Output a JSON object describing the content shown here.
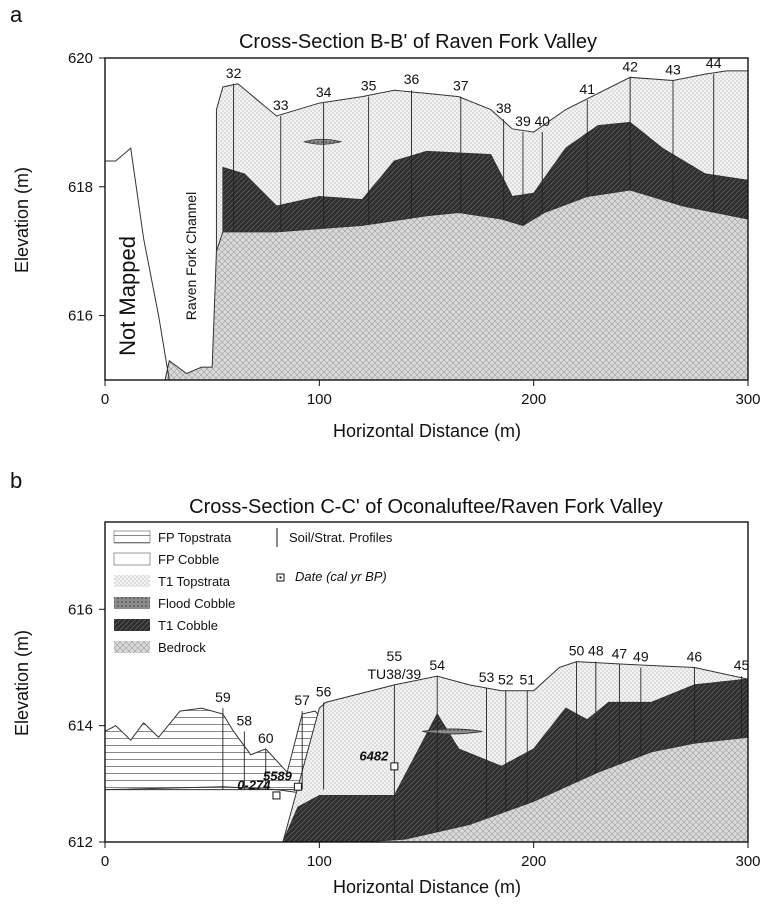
{
  "chart_data": [
    {
      "panel": "a",
      "type": "area",
      "title": "Cross-Section B-B' of Raven Fork Valley",
      "xlabel": "Horizontal Distance (m)",
      "ylabel": "Elevation (m)",
      "xlim": [
        0,
        300
      ],
      "ylim": [
        615,
        620
      ],
      "xticks": [
        0,
        100,
        200,
        300
      ],
      "yticks": [
        616,
        618,
        620
      ],
      "grid": false,
      "annotations": [
        "Not Mapped",
        "Raven Fork Channel"
      ],
      "layers": [
        {
          "name": "Bedrock",
          "x": [
            28,
            30,
            38,
            45,
            50,
            52,
            55,
            80,
            100,
            120,
            150,
            165,
            185,
            195,
            205,
            225,
            245,
            270,
            300
          ],
          "top": [
            615.0,
            615.3,
            615.1,
            615.2,
            615.2,
            617.0,
            617.3,
            617.3,
            617.35,
            617.4,
            617.55,
            617.6,
            617.5,
            617.4,
            617.6,
            617.85,
            617.95,
            617.7,
            617.5
          ]
        },
        {
          "name": "T1 Cobble",
          "x": [
            55,
            65,
            80,
            100,
            120,
            135,
            150,
            180,
            190,
            200,
            215,
            230,
            245,
            260,
            280,
            300
          ],
          "top": [
            618.3,
            618.2,
            617.7,
            617.85,
            617.8,
            618.4,
            618.55,
            618.5,
            617.85,
            617.9,
            618.6,
            618.95,
            619.0,
            618.6,
            618.2,
            618.1
          ]
        },
        {
          "name": "T1 Topstrata",
          "x": [
            52,
            55,
            62,
            80,
            100,
            120,
            135,
            150,
            165,
            180,
            190,
            200,
            215,
            245,
            265,
            280,
            290,
            300
          ],
          "top": [
            619.2,
            619.55,
            619.6,
            619.1,
            619.3,
            619.4,
            619.5,
            619.45,
            619.4,
            619.2,
            618.9,
            618.85,
            619.2,
            619.7,
            619.65,
            619.75,
            619.8,
            619.8
          ]
        }
      ],
      "left_profile": {
        "x": [
          0,
          5,
          12,
          18,
          25,
          30
        ],
        "y": [
          618.4,
          618.4,
          618.6,
          617.2,
          616.0,
          615.0
        ]
      },
      "flood_cobble_lens": {
        "x": [
          93,
          101,
          110
        ],
        "y": 618.7
      },
      "profiles": [
        {
          "label": "32",
          "x": 60,
          "top": 619.6
        },
        {
          "label": "33",
          "x": 82,
          "top": 619.1
        },
        {
          "label": "34",
          "x": 102,
          "top": 619.3
        },
        {
          "label": "35",
          "x": 123,
          "top": 619.4
        },
        {
          "label": "36",
          "x": 143,
          "top": 619.5
        },
        {
          "label": "37",
          "x": 166,
          "top": 619.4
        },
        {
          "label": "38",
          "x": 186,
          "top": 619.05
        },
        {
          "label": "39",
          "x": 195,
          "top": 618.85
        },
        {
          "label": "40",
          "x": 204,
          "top": 618.85
        },
        {
          "label": "41",
          "x": 225,
          "top": 619.35
        },
        {
          "label": "42",
          "x": 245,
          "top": 619.7
        },
        {
          "label": "43",
          "x": 265,
          "top": 619.65
        },
        {
          "label": "44",
          "x": 284,
          "top": 619.75
        }
      ]
    },
    {
      "panel": "b",
      "type": "area",
      "title": "Cross-Section C-C' of Oconaluftee/Raven Fork Valley",
      "xlabel": "Horizontal Distance (m)",
      "ylabel": "Elevation (m)",
      "xlim": [
        0,
        300
      ],
      "ylim": [
        612,
        617.5
      ],
      "xticks": [
        0,
        100,
        200,
        300
      ],
      "yticks": [
        612,
        614,
        616
      ],
      "grid": false,
      "legend": {
        "placement": "top-left",
        "entries": [
          "FP Topstrata",
          "FP Cobble",
          "T1 Topstrata",
          "Flood Cobble",
          "T1 Cobble",
          "Bedrock",
          "Soil/Strat. Profiles",
          "Date (cal yr BP)"
        ]
      },
      "fp_topstrata": {
        "x": [
          0,
          5,
          12,
          18,
          25,
          35,
          45,
          55,
          60,
          68,
          75,
          85,
          92,
          98,
          102
        ],
        "top": [
          613.9,
          614.0,
          613.75,
          614.05,
          613.8,
          614.25,
          614.3,
          614.2,
          613.9,
          613.5,
          613.6,
          613.2,
          614.2,
          614.25,
          614.1
        ]
      },
      "fp_cobble_top": {
        "x": [
          0,
          55,
          80,
          90
        ],
        "y": [
          612.9,
          612.95,
          612.9,
          612.85
        ]
      },
      "layers": [
        {
          "name": "Bedrock",
          "x": [
            120,
            140,
            170,
            200,
            230,
            255,
            275,
            300
          ],
          "top": [
            612.0,
            612.05,
            612.3,
            612.7,
            613.2,
            613.55,
            613.7,
            613.8
          ]
        },
        {
          "name": "T1 Cobble",
          "x": [
            83,
            90,
            100,
            120,
            135,
            145,
            155,
            165,
            185,
            200,
            215,
            225,
            235,
            255,
            275,
            300
          ],
          "top": [
            612.0,
            612.6,
            612.8,
            612.8,
            612.8,
            613.5,
            614.2,
            613.6,
            613.3,
            613.6,
            614.3,
            614.1,
            614.4,
            614.4,
            614.7,
            614.8
          ]
        },
        {
          "name": "T1 Topstrata",
          "x": [
            83,
            100,
            103,
            135,
            155,
            170,
            185,
            200,
            212,
            220,
            245,
            275,
            300
          ],
          "top": [
            612.0,
            614.3,
            614.4,
            614.7,
            614.85,
            614.7,
            614.6,
            614.6,
            615.0,
            615.1,
            615.05,
            615.0,
            614.8
          ]
        }
      ],
      "flood_cobble_lens": {
        "x": [
          148,
          162,
          176
        ],
        "y": 613.9
      },
      "profiles": [
        {
          "label": "59",
          "x": 55,
          "top": 614.3
        },
        {
          "label": "58",
          "x": 65,
          "top": 613.9
        },
        {
          "label": "60",
          "x": 75,
          "top": 613.6
        },
        {
          "label": "57",
          "x": 92,
          "top": 614.25
        },
        {
          "label": "56",
          "x": 102,
          "top": 614.4
        },
        {
          "label": "55",
          "x": 135,
          "top": 614.7,
          "label2": "TU38/39"
        },
        {
          "label": "54",
          "x": 155,
          "top": 614.85
        },
        {
          "label": "53",
          "x": 178,
          "top": 614.65
        },
        {
          "label": "52",
          "x": 187,
          "top": 614.6
        },
        {
          "label": "51",
          "x": 197,
          "top": 614.6
        },
        {
          "label": "50",
          "x": 220,
          "top": 615.1
        },
        {
          "label": "48",
          "x": 229,
          "top": 615.1
        },
        {
          "label": "47",
          "x": 240,
          "top": 615.05
        },
        {
          "label": "49",
          "x": 250,
          "top": 615.0
        },
        {
          "label": "46",
          "x": 275,
          "top": 615.0
        },
        {
          "label": "45",
          "x": 297,
          "top": 614.85
        }
      ],
      "dates": [
        {
          "label": "6482",
          "x": 135,
          "y": 613.3
        },
        {
          "label": "5589",
          "x": 90,
          "y": 612.95
        },
        {
          "label": "0-274",
          "x": 80,
          "y": 612.8
        }
      ]
    }
  ],
  "colors": {
    "ink": "#111111",
    "bedrock_bg": "#d6d6d6",
    "t1_cobble": "#2b2b2b",
    "flood_cobble": "#7d7d7d",
    "t1_top_bg": "#f0f0f0"
  }
}
